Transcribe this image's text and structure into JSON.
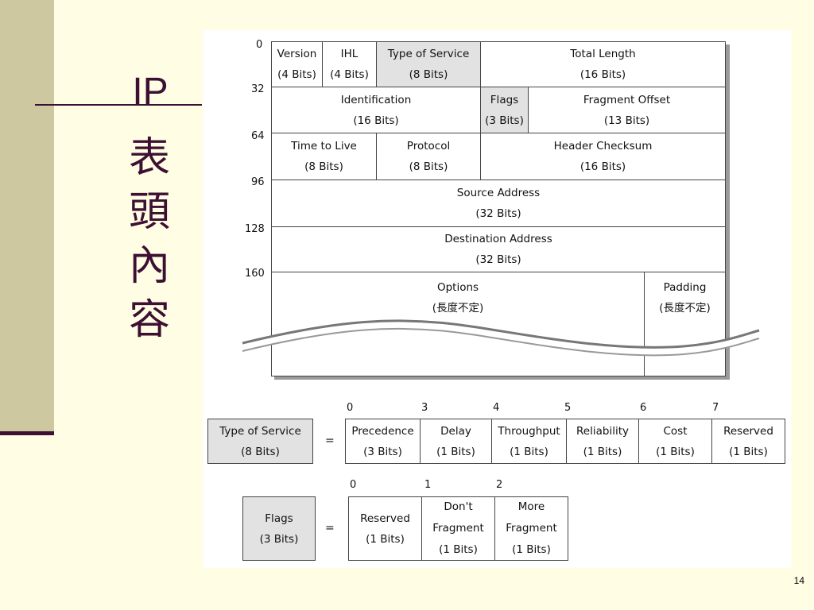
{
  "slide": {
    "title_ip": "IP",
    "title_zh": [
      "表",
      "頭",
      "內",
      "容"
    ],
    "page_number": "14"
  },
  "ip_header": {
    "row_offsets": [
      "0",
      "32",
      "64",
      "96",
      "128",
      "160"
    ],
    "rows": [
      [
        {
          "name": "Version",
          "size": "(4 Bits)"
        },
        {
          "name": "IHL",
          "size": "(4 Bits)"
        },
        {
          "name": "Type of Service",
          "size": "(8 Bits)"
        },
        {
          "name": "Total Length",
          "size": "(16 Bits)"
        }
      ],
      [
        {
          "name": "Identification",
          "size": "(16 Bits)"
        },
        {
          "name": "Flags",
          "size": "(3 Bits)"
        },
        {
          "name": "Fragment Offset",
          "size": "(13 Bits)"
        }
      ],
      [
        {
          "name": "Time to Live",
          "size": "(8 Bits)"
        },
        {
          "name": "Protocol",
          "size": "(8 Bits)"
        },
        {
          "name": "Header Checksum",
          "size": "(16 Bits)"
        }
      ],
      [
        {
          "name": "Source Address",
          "size": "(32 Bits)"
        }
      ],
      [
        {
          "name": "Destination Address",
          "size": "(32 Bits)"
        }
      ],
      [
        {
          "name": "Options",
          "size": "(長度不定)"
        },
        {
          "name": "Padding",
          "size": "(長度不定)"
        }
      ]
    ]
  },
  "tos_breakdown": {
    "label": {
      "name": "Type of Service",
      "size": "(8 Bits)"
    },
    "equals": "=",
    "bit_positions": [
      "0",
      "3",
      "4",
      "5",
      "6",
      "7"
    ],
    "fields": [
      {
        "name": "Precedence",
        "size": "(3 Bits)"
      },
      {
        "name": "Delay",
        "size": "(1 Bits)"
      },
      {
        "name": "Throughput",
        "size": "(1 Bits)"
      },
      {
        "name": "Reliability",
        "size": "(1 Bits)"
      },
      {
        "name": "Cost",
        "size": "(1 Bits)"
      },
      {
        "name": "Reserved",
        "size": "(1 Bits)"
      }
    ]
  },
  "flags_breakdown": {
    "label": {
      "name": "Flags",
      "size": "(3 Bits)"
    },
    "equals": "=",
    "bit_positions": [
      "0",
      "1",
      "2"
    ],
    "fields": [
      {
        "line1": "Reserved",
        "line2": "(1 Bits)"
      },
      {
        "line1": "Don't",
        "line2": "Fragment",
        "line3": "(1 Bits)"
      },
      {
        "line1": "More",
        "line2": "Fragment",
        "line3": "(1 Bits)"
      }
    ]
  }
}
